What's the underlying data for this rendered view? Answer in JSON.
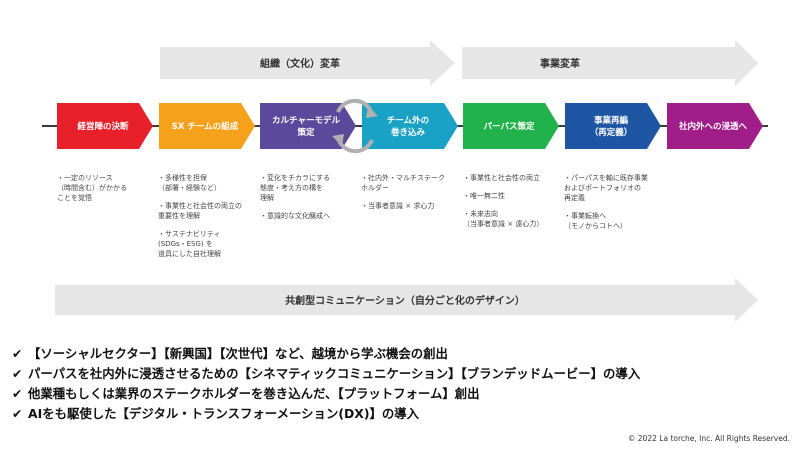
{
  "bands": {
    "culture": "組織（文化）変革",
    "business": "事業変革",
    "co_creation": "共創型コミュニケーション（自分ごと化のデザイン）"
  },
  "steps": [
    {
      "label": "経営陣の決断",
      "color": "#e8202a"
    },
    {
      "label": "SX チームの組成",
      "color": "#f5a11c"
    },
    {
      "label": "カルチャーモデル\n策定",
      "color": "#5b4a9b"
    },
    {
      "label": "チーム外の\n巻き込み",
      "color": "#1aa2c6"
    },
    {
      "label": "パーパス策定",
      "color": "#22b24c"
    },
    {
      "label": "事業再編\n（再定義）",
      "color": "#1f56a3"
    },
    {
      "label": "社内外への浸透へ",
      "color": "#a01d8a"
    }
  ],
  "details": [
    [
      "・一定のリソース\n（時間含む）がかかる\nことを覚悟"
    ],
    [
      "・多様性を担保\n（部署・経験など）",
      "・事業性と社会性の両立の\n重要性を理解",
      "・サステナビリティ\n(SDGs・ESG) を\n道具にした自社理解"
    ],
    [
      "・変化をチカラにする\n態度・考え方の構を\n理解",
      "・意識的な文化醸成へ"
    ],
    [
      "・社内外・マルチステーク\nホルダー",
      "・当事者意識 × 求心力"
    ],
    [
      "・事業性と社会性の両立",
      "・唯一無二性",
      "・未来志向\n（当事者意識 × 遠心力）"
    ],
    [
      "・パーパスを軸に既存事業\nおよびポートフォリオの\n再定義",
      "・事業転換へ\n（モノからコトへ）"
    ]
  ],
  "checklist": [
    "【ソーシャルセクター】【新興国】【次世代】など、越境から学ぶ機会の創出",
    "パーパスを社内外に浸透させるための【シネマティックコミュニケーション】【ブランデッドムービー】の導入",
    "他業種もしくは業界のステークホルダーを巻き込んだ、【プラットフォーム】創出",
    "AIをも駆使した【デジタル・トランスフォーメーション(DX)】の導入"
  ],
  "check_mark": "✔",
  "copyright": "© 2022 La torche, Inc. All Rights Reserved.",
  "colors": {
    "arrow_gray": "#e6e6e6",
    "line": "#3a3a3a",
    "cycle_gray": "#b0b0b0"
  },
  "icons": {
    "cycle": "cycle-arrows-icon",
    "check": "check-icon"
  }
}
